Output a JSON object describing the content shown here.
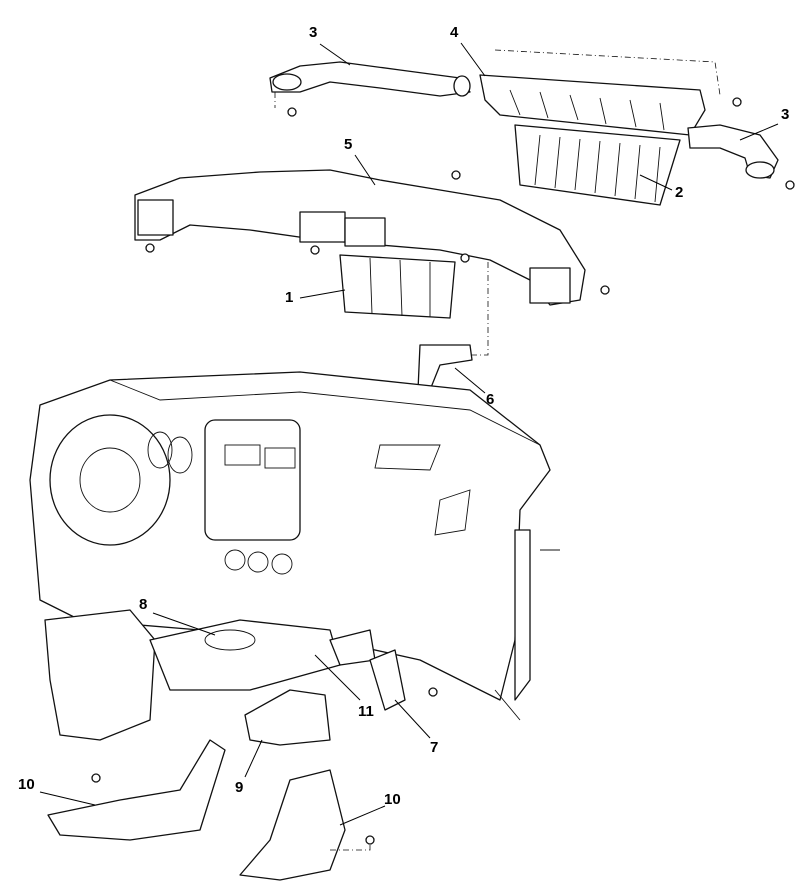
{
  "callouts": [
    {
      "id": "c3a",
      "label": "3",
      "part": "duct-left-side"
    },
    {
      "id": "c4",
      "label": "4",
      "part": "defroster-nozzle"
    },
    {
      "id": "c3b",
      "label": "3",
      "part": "duct-right-side"
    },
    {
      "id": "c5",
      "label": "5",
      "part": "center-vent-duct"
    },
    {
      "id": "c2",
      "label": "2",
      "part": "defroster-grille"
    },
    {
      "id": "c1",
      "label": "1",
      "part": "center-vent-box"
    },
    {
      "id": "c6",
      "label": "6",
      "part": "side-duct"
    },
    {
      "id": "c8",
      "label": "8",
      "part": "console-duct"
    },
    {
      "id": "c11",
      "label": "11",
      "part": "rear-duct-connector"
    },
    {
      "id": "c7",
      "label": "7",
      "part": "foot-duct-right"
    },
    {
      "id": "c10a",
      "label": "10",
      "part": "rear-floor-duct-left"
    },
    {
      "id": "c9",
      "label": "9",
      "part": "foot-duct-left"
    },
    {
      "id": "c10b",
      "label": "10",
      "part": "rear-floor-duct-right"
    }
  ]
}
